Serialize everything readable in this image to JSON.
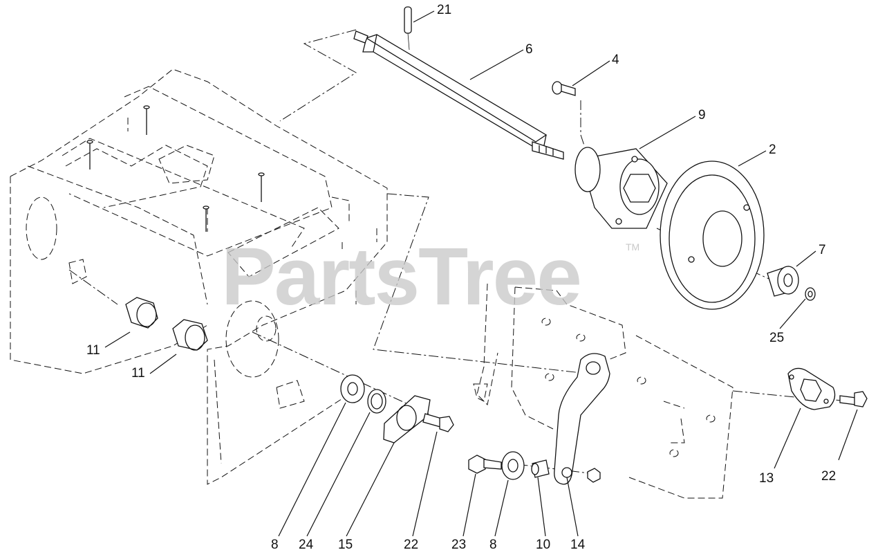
{
  "watermark": {
    "brand": "PartsTree",
    "trademark": "TM"
  },
  "callouts": {
    "p21": "21",
    "p6": "6",
    "p4": "4",
    "p9": "9",
    "p2": "2",
    "p7": "7",
    "p25": "25",
    "p11a": "11",
    "p11b": "11",
    "p13": "13",
    "p22a": "22",
    "p8a": "8",
    "p24": "24",
    "p15": "15",
    "p22b": "22",
    "p23": "23",
    "p8b": "8",
    "p10": "10",
    "p14": "14"
  }
}
